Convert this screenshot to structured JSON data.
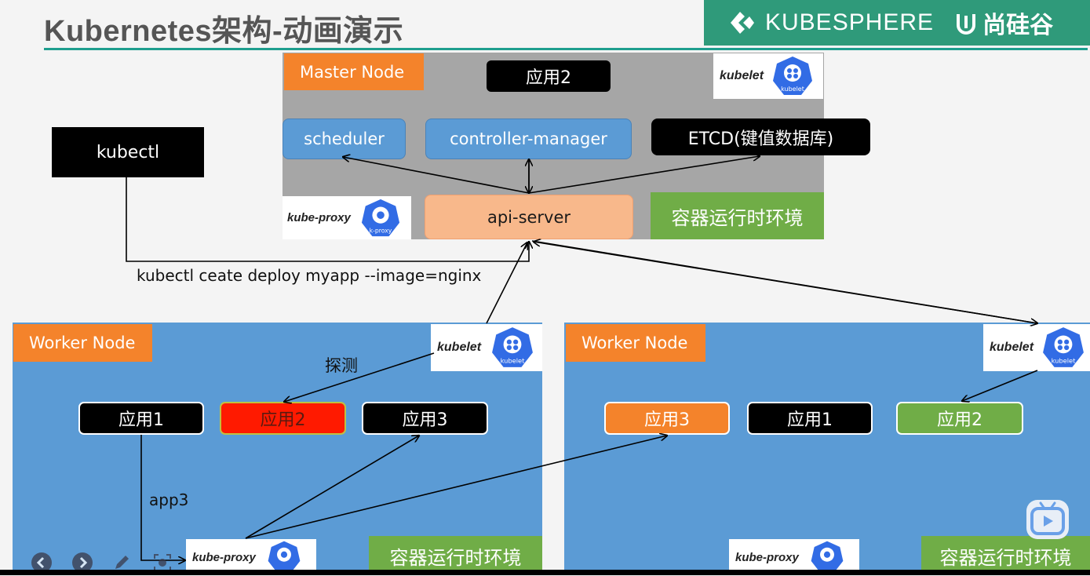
{
  "title": "Kubernetes架构-动画演示",
  "brand": {
    "kubesphere": "KUBESPHERE",
    "atguigu": "尚硅谷",
    "color": "#2f9a7a"
  },
  "master": {
    "tag": "Master Node",
    "app_top": "应用2",
    "kubelet_label": "kubelet",
    "kubelet_icon_text": "kubelet",
    "scheduler": "scheduler",
    "controller_manager": "controller-manager",
    "etcd": "ETCD(键值数据库)",
    "kube_proxy_label": "kube-proxy",
    "kube_proxy_icon_text": "k-proxy",
    "api_server": "api-server",
    "runtime": "容器运行时环境"
  },
  "kubectl": {
    "label": "kubectl",
    "command": "kubectl ceate deploy myapp --image=nginx"
  },
  "worker1": {
    "tag": "Worker Node",
    "kubelet_label": "kubelet",
    "kubelet_icon_text": "kubelet",
    "probe": "探测",
    "apps": [
      "应用1",
      "应用2",
      "应用3"
    ],
    "app3_label": "app3",
    "kube_proxy_label": "kube-proxy",
    "runtime": "容器运行时环境"
  },
  "worker2": {
    "tag": "Worker Node",
    "kubelet_label": "kubelet",
    "kubelet_icon_text": "kubelet",
    "apps": [
      "应用3",
      "应用1",
      "应用2"
    ],
    "kube_proxy_label": "kube-proxy",
    "runtime": "容器运行时环境"
  },
  "colors": {
    "orange": "#f4832b",
    "blue": "#5b9bd5",
    "green": "#70ad47",
    "red": "#ff1a00",
    "k8s_blue": "#326ce5"
  }
}
